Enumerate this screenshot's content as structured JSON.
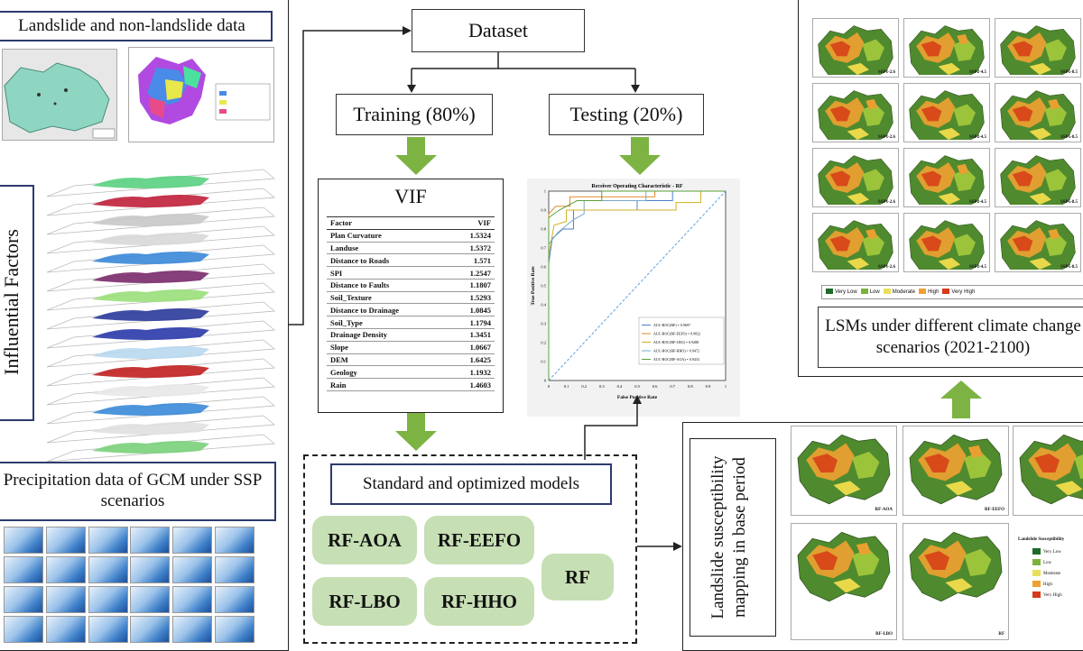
{
  "left_panel": {
    "title": "Landslide and non-landslide data",
    "factors_label": "Influential Factors",
    "precip_title": "Precipitation data of GCM under SSP scenarios"
  },
  "flow": {
    "dataset": "Dataset",
    "training": "Training (80%)",
    "testing": "Testing (20%)"
  },
  "vif": {
    "title": "VIF",
    "header": [
      "Factor",
      "VIF"
    ],
    "rows": [
      [
        "Plan Curvature",
        "1.5324"
      ],
      [
        "Landuse",
        "1.5372"
      ],
      [
        "Distance to Roads",
        "1.571"
      ],
      [
        "SPI",
        "1.2547"
      ],
      [
        "Distance to Faults",
        "1.1807"
      ],
      [
        "Soil_Texture",
        "1.5293"
      ],
      [
        "Distance to Drainage",
        "1.0845"
      ],
      [
        "Soil_Type",
        "1.1794"
      ],
      [
        "Drainage Density",
        "1.3451"
      ],
      [
        "Slope",
        "1.0667"
      ],
      [
        "DEM",
        "1.6425"
      ],
      [
        "Geology",
        "1.1932"
      ],
      [
        "Rain",
        "1.4603"
      ]
    ]
  },
  "models": {
    "title": "Standard and optimized models",
    "items": [
      "RF-AOA",
      "RF-EEFO",
      "RF-LBO",
      "RF-HHO",
      "RF"
    ]
  },
  "roc": {
    "title": "Receiver Operating Characteristic - RF",
    "xlabel": "False Positive Rate",
    "ylabel": "True Positive Rate",
    "legend": [
      "AUC-ROC(RF) = 0.9697",
      "AUC-ROC(RF-EEFO) = 0.9822",
      "AUC-ROC(RF-LBO) = 0.9288",
      "AUC-ROC(RF-HHO) = 0.9472",
      "AUC-ROC(RF-AOA) = 0.9433"
    ],
    "colors": [
      "#4a7fd0",
      "#e08a2a",
      "#d4b020",
      "#7aa8c8",
      "#5aa03a"
    ]
  },
  "lsm": {
    "title": "LSMs under different climate change scenarios (2021-2100)",
    "legend": [
      "Very Low",
      "Low",
      "Moderate",
      "High",
      "Very High"
    ],
    "legend_colors": [
      "#1f6b2a",
      "#7bb33a",
      "#e8e05a",
      "#f0a030",
      "#d83a1a"
    ],
    "map_labels": [
      "SSP1-2.6",
      "SSP2-4.5",
      "SSP5-8.5"
    ]
  },
  "base": {
    "title": "Landslide susceptibility mapping in base period",
    "map_labels": [
      "RF-AOA",
      "RF-EEFO",
      "RF-LBO",
      "RF"
    ],
    "legend_title": "Landslide Susceptibility",
    "legend": [
      "Very Low",
      "Low",
      "Moderate",
      "High",
      "Very High"
    ]
  }
}
